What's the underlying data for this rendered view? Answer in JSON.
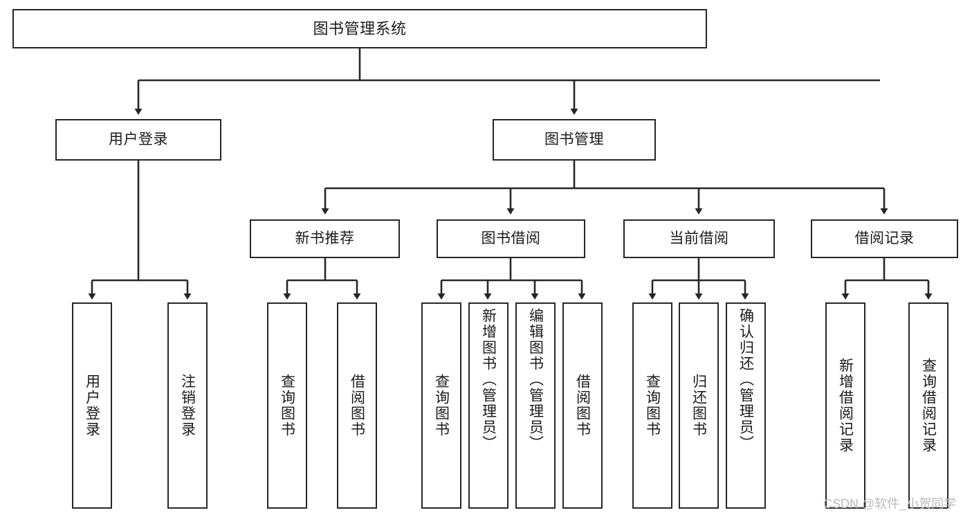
{
  "diagram": {
    "title": "图书管理系统",
    "type": "hierarchy-tree",
    "watermark": "CSDN @软件_小贺同学",
    "colors": {
      "stroke": "#262626",
      "fill": "#ffffff",
      "text": "#1a1a1a",
      "watermark": "#b9b9b9"
    },
    "root": {
      "label": "图书管理系统"
    },
    "level2": [
      {
        "label": "用户登录"
      },
      {
        "label": "图书管理"
      }
    ],
    "level3": [
      {
        "label": "新书推荐"
      },
      {
        "label": "图书借阅"
      },
      {
        "label": "当前借阅"
      },
      {
        "label": "借阅记录"
      }
    ],
    "leaves": {
      "user_login": [
        {
          "label": "用户登录"
        },
        {
          "label": "注销登录"
        }
      ],
      "new_book": [
        {
          "label": "查询图书"
        },
        {
          "label": "借阅图书"
        }
      ],
      "book_borrow": [
        {
          "label": "查询图书"
        },
        {
          "label": "新增图书（管理员）"
        },
        {
          "label": "编辑图书（管理员）"
        },
        {
          "label": "借阅图书"
        }
      ],
      "current_borrow": [
        {
          "label": "查询图书"
        },
        {
          "label": "归还图书"
        },
        {
          "label": "确认归还（管理员）"
        }
      ],
      "borrow_record": [
        {
          "label": "新增借阅记录"
        },
        {
          "label": "查询借阅记录"
        }
      ]
    }
  }
}
